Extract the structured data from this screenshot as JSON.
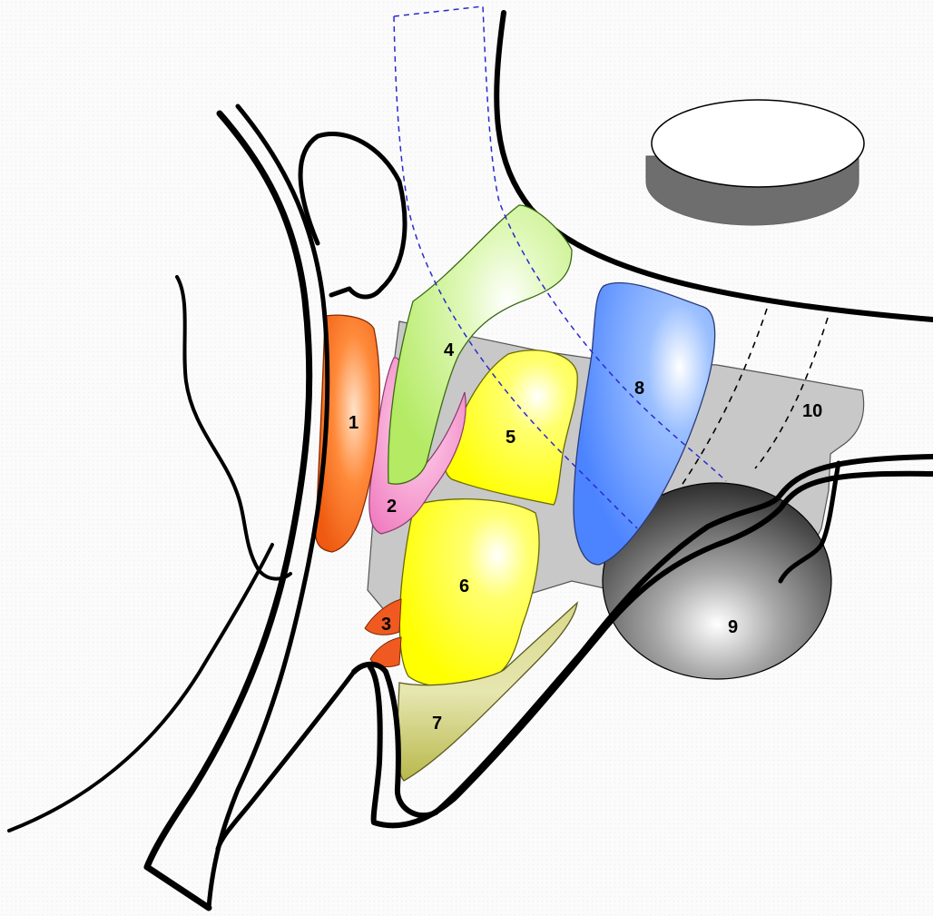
{
  "labels": {
    "l1": "1",
    "l2": "2",
    "l3": "3",
    "l4": "4",
    "l5": "5",
    "l6": "6",
    "l7": "7",
    "l8": "8",
    "l9": "9",
    "l10": "10"
  },
  "colors": {
    "region-1": "#ff6a1a",
    "region-2": "#f58bc8",
    "region-3": "#f05a20",
    "region-4": "#c2f07a",
    "region-5": "#ffff00",
    "region-6": "#ffff00",
    "region-7": "#cfcf6a",
    "region-8": "#5f95ff",
    "region-9": "#4a4a4a",
    "region-10": "#c8c8c8",
    "dashed-outline": "#2a2ad0"
  }
}
